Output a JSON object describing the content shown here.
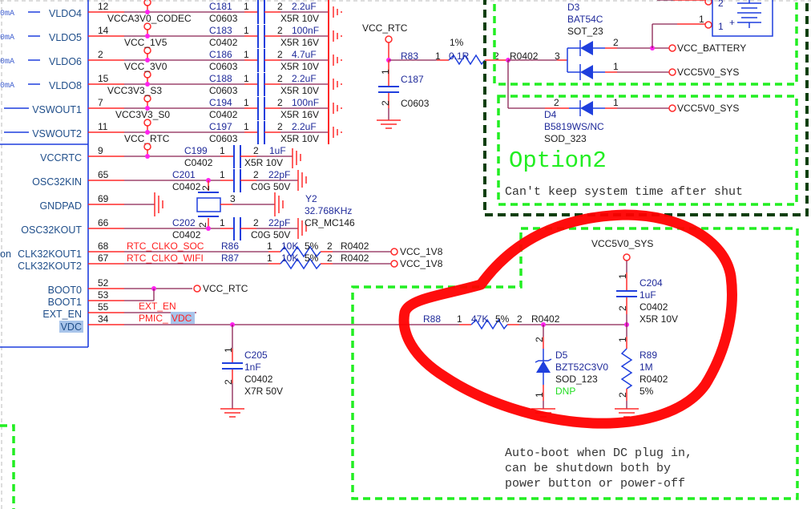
{
  "colors": {
    "wire": "#8a2050",
    "pin_stub": "#ff2a2a",
    "component": "#1f3fdd",
    "junction": "#ff22ee",
    "option_box": "#22ee22",
    "outer_box": "#0f3f0f",
    "annotation": "#ff0000",
    "highlight": "#a8c4ea"
  },
  "ic": {
    "current_labels": [
      "0mA",
      "0mA",
      "0mA",
      "0mA"
    ],
    "pins": [
      {
        "name": "VLDO4",
        "num": "12",
        "net": "VCCA3V0_CODEC"
      },
      {
        "name": "VLDO5",
        "num": "14",
        "net": "VCC_1V5"
      },
      {
        "name": "VLDO6",
        "num": "2",
        "net": "VCC_3V0"
      },
      {
        "name": "VLDO8",
        "num": "15",
        "net": "VCC3V3_S3"
      },
      {
        "name": "VSWOUT1",
        "num": "7",
        "net": "VCC3V3_S0"
      },
      {
        "name": "VSWOUT2",
        "num": "11",
        "net": "VCC_RTC"
      },
      {
        "name": "VCCRTC",
        "num": "9"
      },
      {
        "name": "OSC32KIN",
        "num": "65"
      },
      {
        "name": "GNDPAD",
        "num": "69"
      },
      {
        "name": "OSC32KOUT",
        "num": "66"
      },
      {
        "name": "CLK32KOUT1",
        "prefix": "on",
        "num": "68",
        "net": "RTC_CLKO_SOC"
      },
      {
        "name": "CLK32KOUT2",
        "num": "67",
        "net": "RTC_CLKO_WIFI"
      },
      {
        "name": "BOOT0",
        "num": "52"
      },
      {
        "name": "BOOT1",
        "num": "53"
      },
      {
        "name": "EXT_EN",
        "num": "55",
        "net": "EXT_EN"
      },
      {
        "name": "VDC",
        "num": "34",
        "net_prefix": "PMIC_",
        "net_hl": "VDC"
      }
    ]
  },
  "decoupling_caps": [
    {
      "ref": "C181",
      "pin1": "1",
      "pin2": "2",
      "value": "2.2uF",
      "pkg": "C0603",
      "rating": "X5R 10V"
    },
    {
      "ref": "C183",
      "pin1": "1",
      "pin2": "2",
      "value": "100nF",
      "pkg": "C0402",
      "rating": "X5R 16V"
    },
    {
      "ref": "C186",
      "pin1": "1",
      "pin2": "2",
      "value": "4.7uF",
      "pkg": "C0603",
      "rating": "X5R 10V"
    },
    {
      "ref": "C188",
      "pin1": "1",
      "pin2": "2",
      "value": "2.2uF",
      "pkg": "C0603",
      "rating": "X5R 10V"
    },
    {
      "ref": "C194",
      "pin1": "1",
      "pin2": "2",
      "value": "100nF",
      "pkg": "C0402",
      "rating": "X5R 16V"
    },
    {
      "ref": "C197",
      "pin1": "1",
      "pin2": "2",
      "value": "2.2uF",
      "pkg": "C0603",
      "rating": "X5R 10V"
    }
  ],
  "rtc_caps": [
    {
      "ref": "C199",
      "pin1": "1",
      "pin2": "2",
      "value": "1uF",
      "pkg": "C0402",
      "rating": "X5R 10V"
    },
    {
      "ref": "C201",
      "pin1": "1",
      "pin2": "2",
      "value": "22pF",
      "pkg": "C0402",
      "rating": "C0G 50V"
    },
    {
      "ref": "C202",
      "pin1": "1",
      "pin2": "2",
      "value": "22pF",
      "pkg": "C0402",
      "rating": "C0G 50V"
    }
  ],
  "crystal": {
    "ref": "Y2",
    "value": "32.768KHz",
    "pkg": "CR_MC146",
    "pin3": "3",
    "pin2a": "2",
    "pin2b": "2"
  },
  "clk_resistors": [
    {
      "ref": "R86",
      "pin1": "1",
      "value": "10K",
      "tol": "5%",
      "pin2": "2",
      "pkg": "R0402",
      "net": "VCC_1V8"
    },
    {
      "ref": "R87",
      "pin1": "1",
      "value": "10K",
      "tol": "5%",
      "pin2": "2",
      "pkg": "R0402",
      "net": "VCC_1V8"
    }
  ],
  "boot_net": "VCC_RTC",
  "c205": {
    "ref": "C205",
    "value": "1nF",
    "pkg": "C0402",
    "rating": "X7R 50V",
    "pin1": "1",
    "pin2": "2"
  },
  "rtc_supply": {
    "net": "VCC_RTC",
    "r83": {
      "ref": "R83",
      "pin1": "1",
      "value": "0.1R",
      "tol": "1%",
      "pin2": "2",
      "pkg": "R0402",
      "node": "3"
    },
    "c187": {
      "ref": "C187",
      "pkg": "C0603",
      "pin1": "1",
      "pin2": "2"
    }
  },
  "d3": {
    "ref": "D3",
    "value": "BAT54C",
    "pkg": "SOT_23",
    "pin2": "2",
    "pin1": "1",
    "net_a": "VCC_BATTERY",
    "net_b": "VCC5V0_SYS"
  },
  "battery": {
    "pin2": "2",
    "pin1": "1",
    "pin1_ext": "1",
    "plus": "+"
  },
  "option2": {
    "d4": {
      "ref": "D4",
      "value": "B5819WS/NC",
      "pkg": "SOD_323",
      "pin2": "2",
      "pin1": "1",
      "net": "VCC5V0_SYS"
    },
    "title": "Option2",
    "note": "Can't keep system time after shut"
  },
  "autoboot": {
    "net": "VCC5V0_SYS",
    "r88": {
      "ref": "R88",
      "pin1": "1",
      "value": "47K",
      "tol": "5%",
      "pin2": "2",
      "pkg": "R0402"
    },
    "c204": {
      "ref": "C204",
      "value": "1uF",
      "pkg": "C0402",
      "rating": "X5R 10V",
      "pin1": "1",
      "pin2": "2"
    },
    "d5": {
      "ref": "D5",
      "value": "BZT52C3V0",
      "pkg": "SOD_123",
      "dnp": "DNP",
      "pin2": "2",
      "pin1": "1"
    },
    "r89": {
      "ref": "R89",
      "value": "1M",
      "pkg": "R0402",
      "tol": "5%",
      "pin1": "1",
      "pin2": "2"
    },
    "note": [
      "Auto-boot when DC plug in,",
      "can be shutdown both by",
      "power button or power-off"
    ]
  }
}
